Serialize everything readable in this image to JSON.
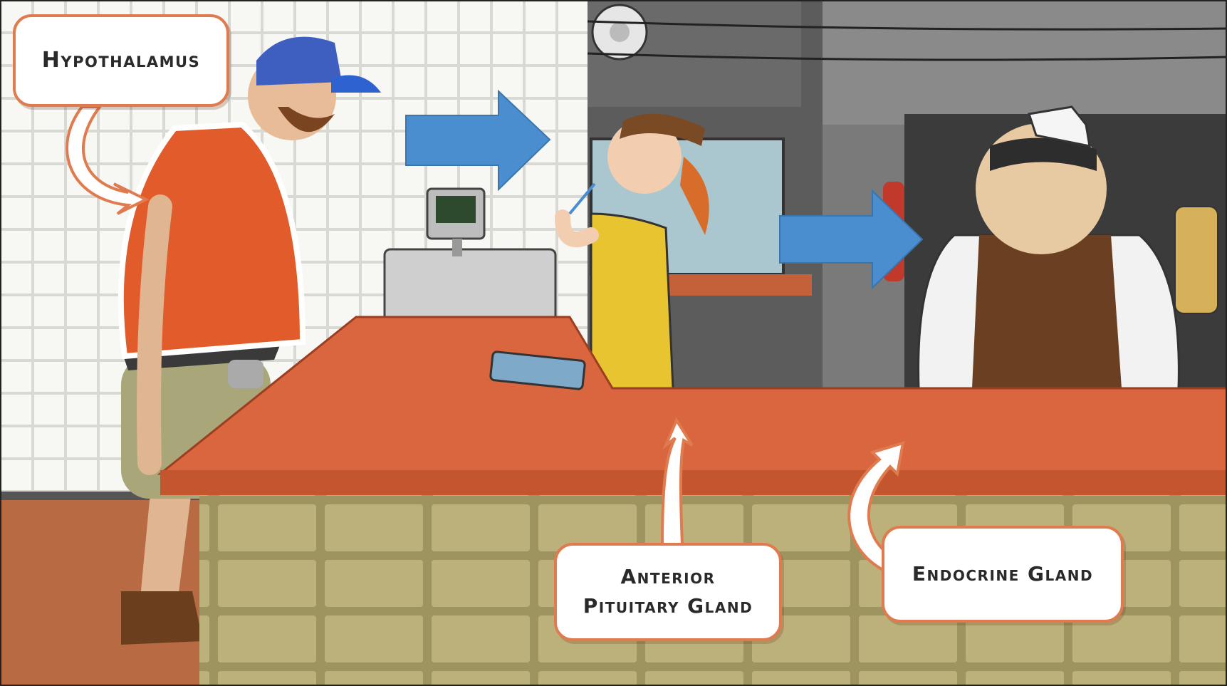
{
  "labels": {
    "hypothalamus": "Hypothalamus",
    "anterior_line1": "Anterior",
    "anterior_line2": "Pituitary Gland",
    "endocrine": "Endocrine Gland"
  },
  "colors": {
    "flow_arrow": "#4a8ed0",
    "callout_border": "#e07a4f",
    "counter_top": "#d9663f",
    "counter_tiles": "#b8ad74"
  }
}
